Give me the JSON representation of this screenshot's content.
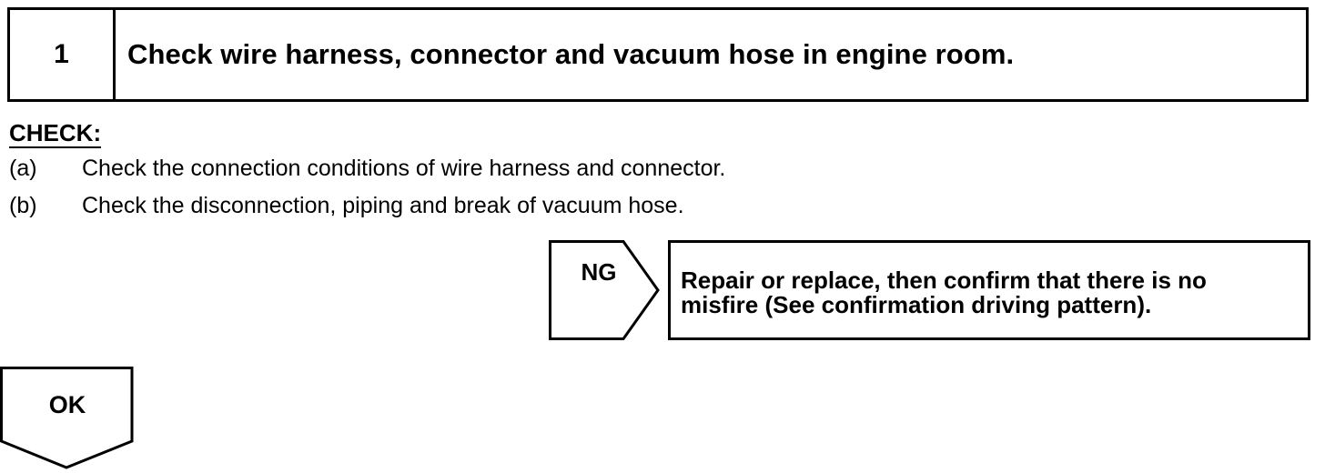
{
  "step": {
    "number": "1",
    "title": "Check wire harness, connector and vacuum hose in engine room."
  },
  "check": {
    "heading": "CHECK:",
    "items": [
      {
        "marker": "(a)",
        "text": "Check the connection conditions of wire harness and connector."
      },
      {
        "marker": "(b)",
        "text": "Check the disconnection, piping and break of vacuum hose."
      }
    ]
  },
  "ng_branch": {
    "label": "NG",
    "action_line1": "Repair or replace, then confirm that there is no",
    "action_line2": "misfire (See confirmation driving pattern)."
  },
  "ok_branch": {
    "label": "OK"
  }
}
